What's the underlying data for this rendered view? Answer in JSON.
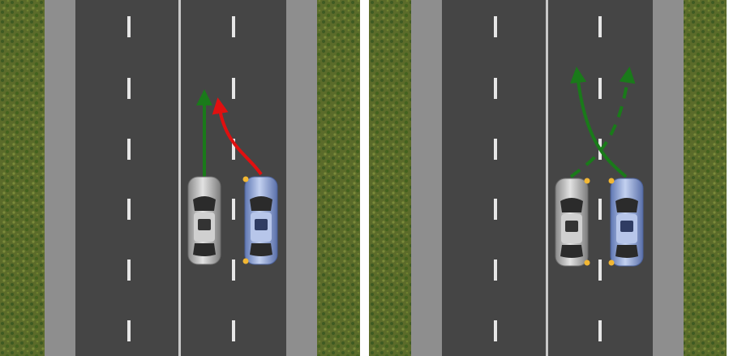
{
  "colors": {
    "background": "#ffffff",
    "grass": "#5b6b2a",
    "grass_dark": "#3e5a22",
    "grass_light": "#7a8a3a",
    "shoulder": "#8e8e8e",
    "asphalt": "#454545",
    "lane_mark": "#e6e6e6",
    "center_line": "#c8c8c8",
    "arrow_red": "#e01010",
    "arrow_green": "#1a7a1a",
    "car_silver": "#b9b9b9",
    "car_blue": "#8aa3d6",
    "blinker": "#f2b733"
  },
  "panels": [
    {
      "id": "left",
      "cars": [
        {
          "name": "silver-car",
          "color_key": "car_silver",
          "blinkers": []
        },
        {
          "name": "blue-car",
          "color_key": "car_blue",
          "blinkers": [
            "front-left",
            "rear-left"
          ]
        }
      ],
      "arrows": [
        {
          "name": "green-straight-arrow",
          "color_key": "arrow_green",
          "style": "solid"
        },
        {
          "name": "red-lane-change-arrow",
          "color_key": "arrow_red",
          "style": "solid"
        }
      ]
    },
    {
      "id": "right",
      "cars": [
        {
          "name": "silver-car",
          "color_key": "car_silver",
          "blinkers": [
            "front-right",
            "rear-right"
          ]
        },
        {
          "name": "blue-car",
          "color_key": "car_blue",
          "blinkers": [
            "front-left",
            "rear-left"
          ]
        }
      ],
      "arrows": [
        {
          "name": "green-crossing-arrow-solid",
          "color_key": "arrow_green",
          "style": "solid"
        },
        {
          "name": "green-crossing-arrow-dashed",
          "color_key": "arrow_green",
          "style": "dashed"
        }
      ]
    }
  ]
}
